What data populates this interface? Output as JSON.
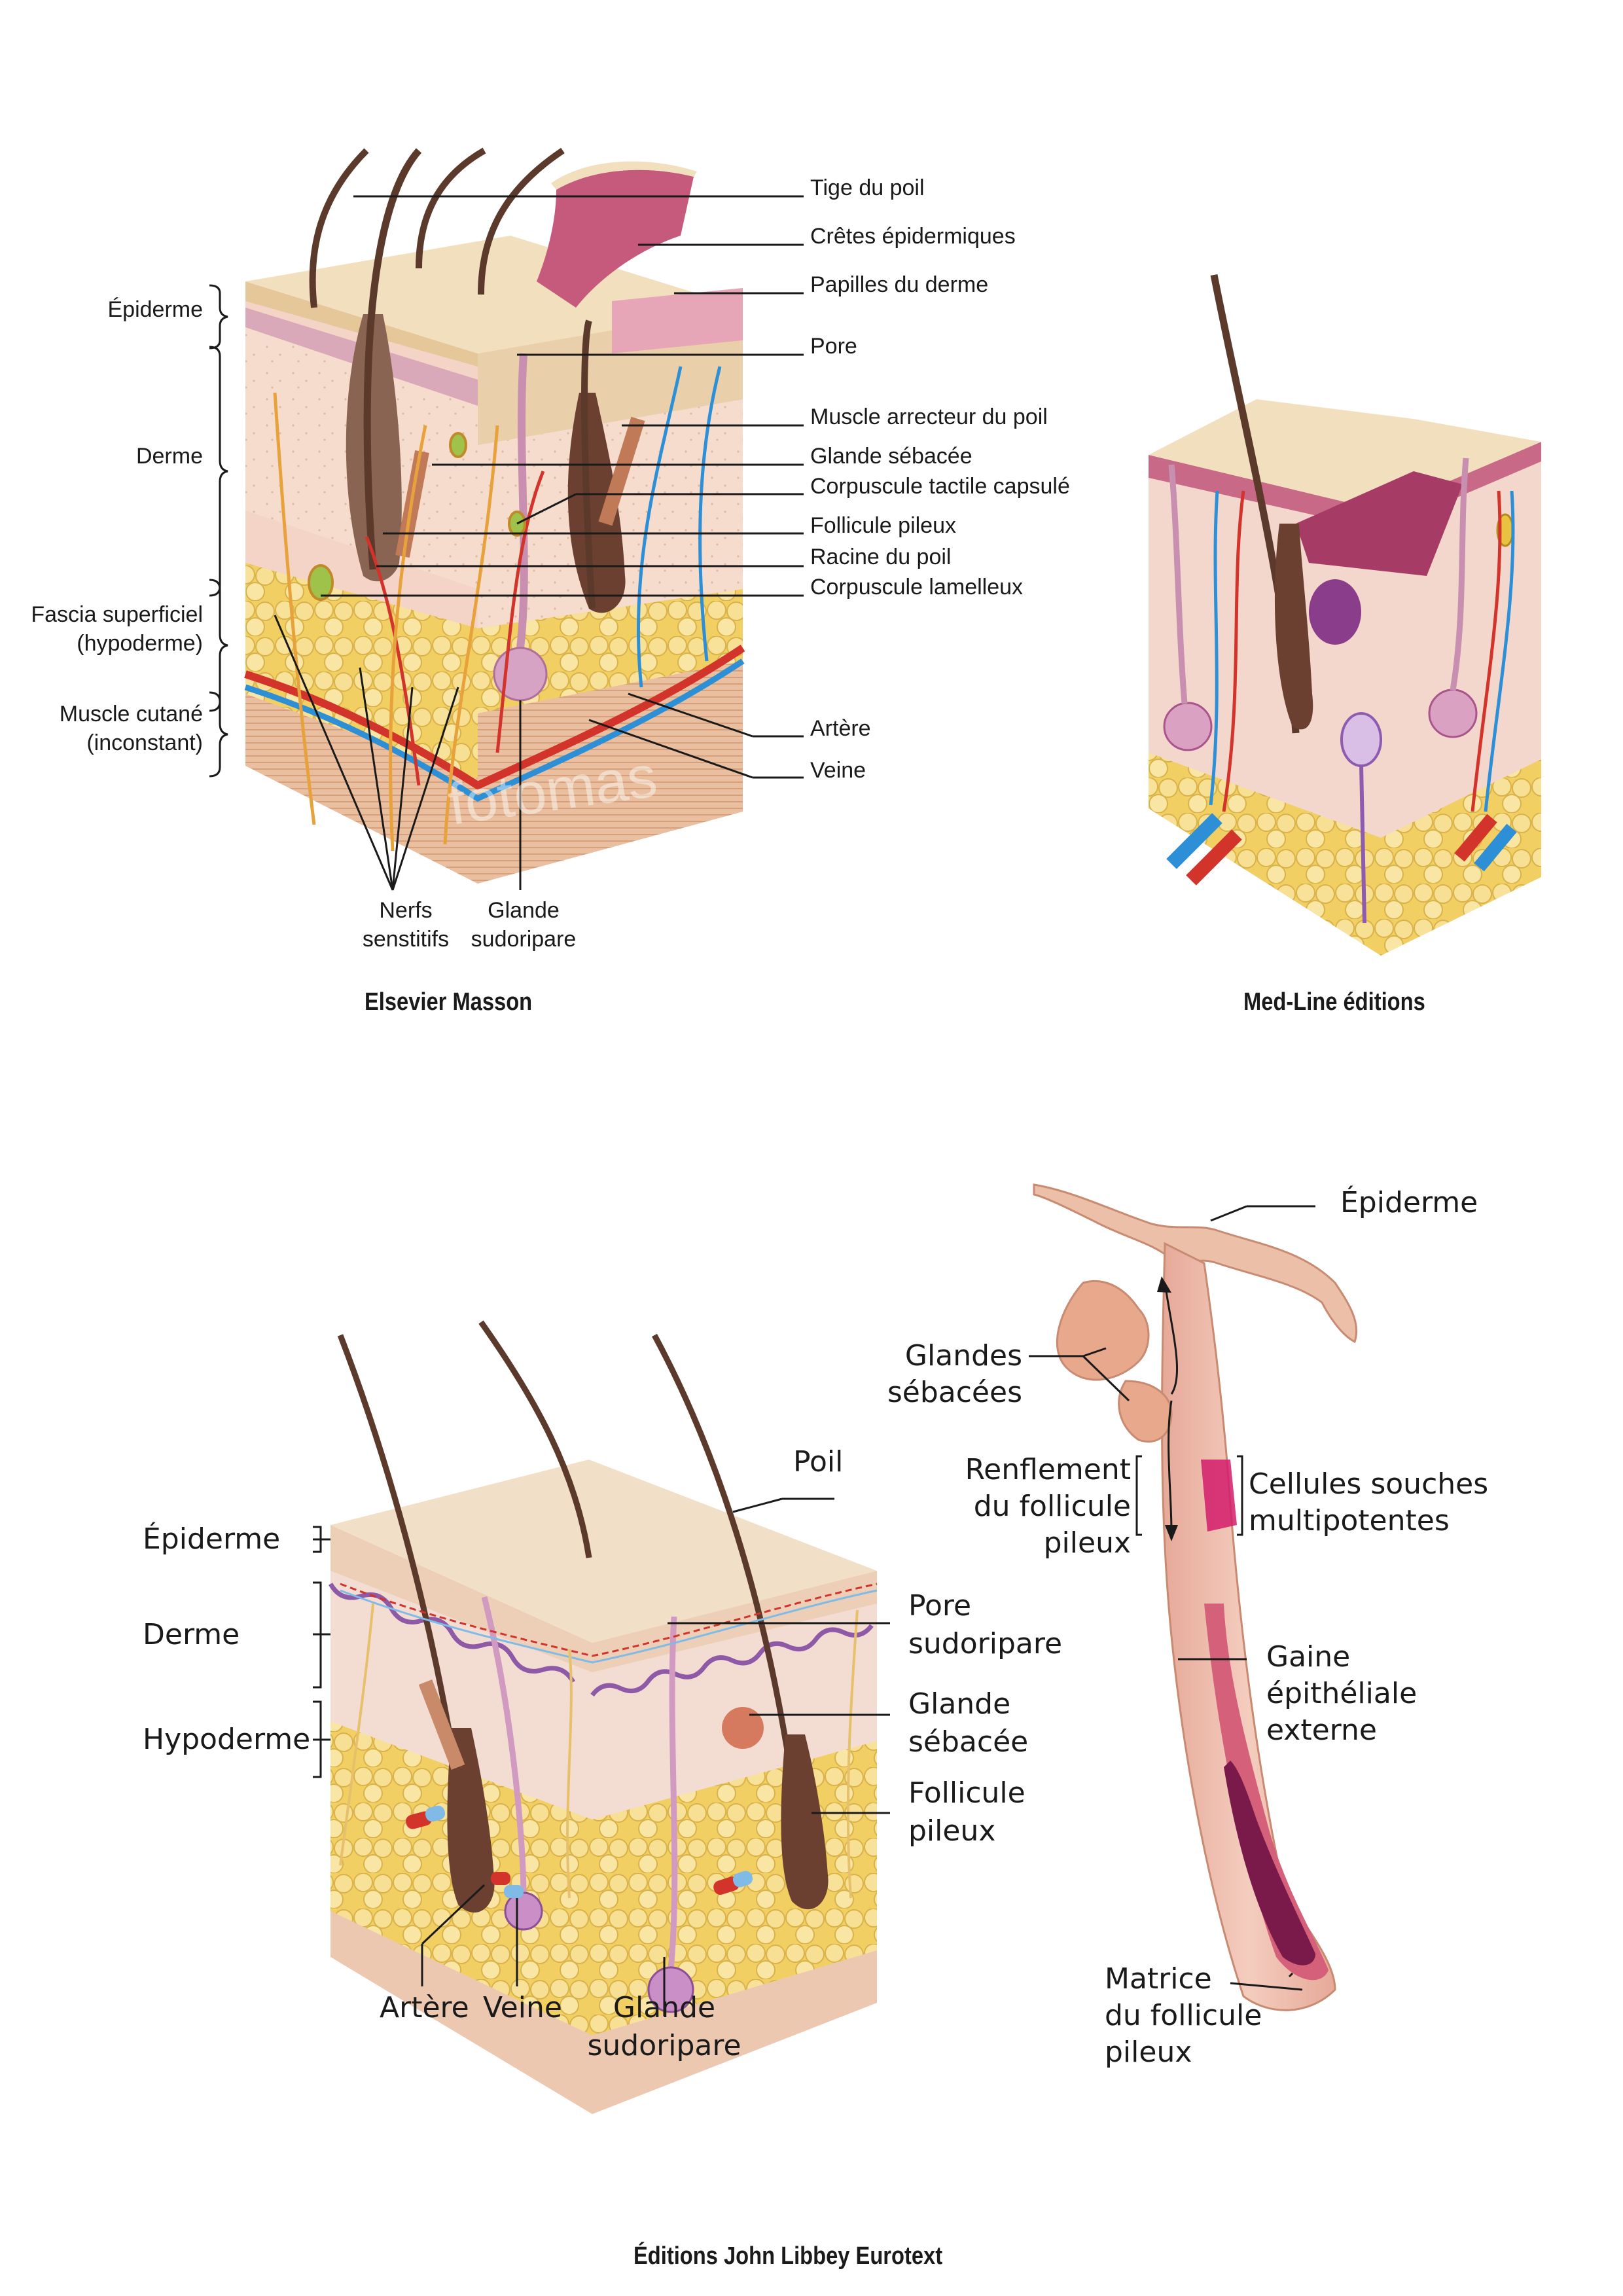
{
  "panels": {
    "elsevier": {
      "credit": "Elsevier Masson",
      "labels": {
        "tige": "Tige du poil",
        "cretes": "Crêtes épidermiques",
        "papilles": "Papilles du derme",
        "pore": "Pore",
        "arrecteur": "Muscle arrecteur du poil",
        "sebacee": "Glande sébacée",
        "tactile": "Corpuscule tactile capsulé",
        "follicule": "Follicule pileux",
        "racine": "Racine du poil",
        "lamelleux": "Corpuscule lamelleux",
        "artere": "Artère",
        "veine": "Veine",
        "epiderme": "Épiderme",
        "derme": "Derme",
        "fascia": "Fascia superficiel",
        "fascia_sub": "(hypoderme)",
        "muscle": "Muscle cutané",
        "muscle_sub": "(inconstant)",
        "nerfs": "Nerfs",
        "nerfs_sub": "senstitifs",
        "glande": "Glande",
        "glande_sub": "sudoripare"
      }
    },
    "medline": {
      "credit": "Med-Line éditions"
    },
    "libbey": {
      "credit": "Éditions John Libbey Eurotext",
      "cube": {
        "poil": "Poil",
        "epiderme": "Épiderme",
        "derme": "Derme",
        "hypoderme": "Hypoderme",
        "pore_1": "Pore",
        "pore_2": "sudoripare",
        "seb_1": "Glande",
        "seb_2": "sébacée",
        "foll_1": "Follicule",
        "foll_2": "pileux",
        "artere": "Artère",
        "veine": "Veine",
        "sud_1": "Glande",
        "sud_2": "sudoripare"
      },
      "follicle": {
        "epiderme": "Épiderme",
        "glandes_1": "Glandes",
        "glandes_2": "sébacées",
        "renfl_1": "Renflement",
        "renfl_2": "du follicule",
        "renfl_3": "pileux",
        "cell_1": "Cellules souches",
        "cell_2": "multipotentes",
        "gaine_1": "Gaine",
        "gaine_2": "épithéliale",
        "gaine_3": "externe",
        "matrice_1": "Matrice",
        "matrice_2": "du follicule",
        "matrice_3": "pileux"
      }
    }
  },
  "colors": {
    "skin": "#f1dcc0",
    "epidermis": "#e8cfa8",
    "dermis": "#f3d6cc",
    "fat": "#f4d77a",
    "artery": "#d2332b",
    "vein": "#2d8fd5",
    "nerve": "#e8a23c",
    "hair": "#5b3a2c",
    "follicle_pink": "#e9b8ac",
    "stem_cells": "#d21c6b",
    "matrix": "#7a1a4a"
  },
  "watermark": "fotomas"
}
